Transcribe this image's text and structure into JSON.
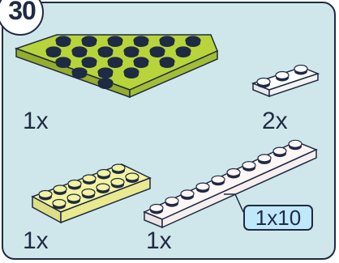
{
  "step": {
    "number": "30"
  },
  "parts": [
    {
      "name": "lime-wedge-plate",
      "quantity": "1x",
      "color": "#b7d43b"
    },
    {
      "name": "white-plate-1x3",
      "quantity": "2x",
      "color": "#ffffff"
    },
    {
      "name": "yellow-plate-2x6",
      "quantity": "1x",
      "color": "#f3f3a0"
    },
    {
      "name": "white-plate-1x10",
      "quantity": "1x",
      "color": "#fff6f6"
    }
  ],
  "callout": {
    "label": "1x10"
  },
  "colors": {
    "background": "#cfe7ea",
    "outline": "#1f2a44",
    "callout": "#bfe8fb"
  }
}
